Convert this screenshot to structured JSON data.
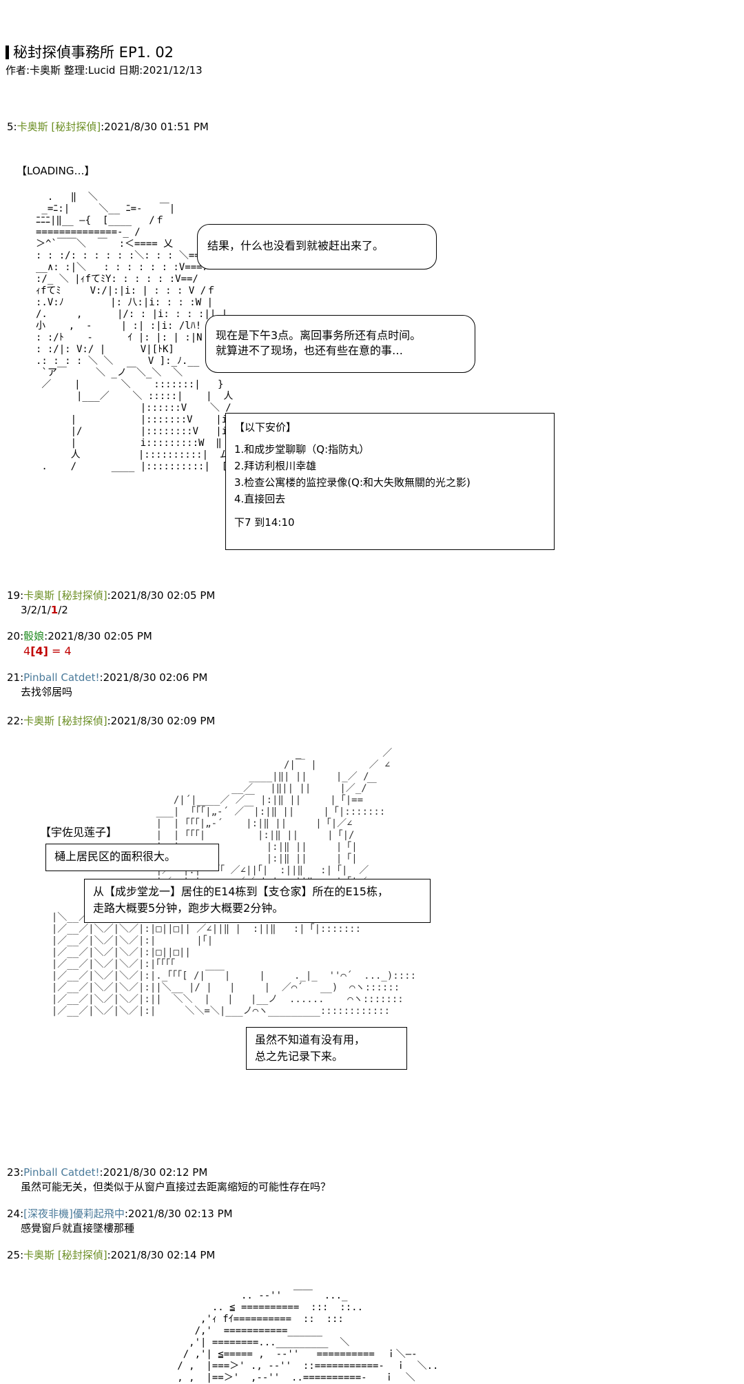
{
  "header": {
    "title": "秘封探偵事務所 EP1. 02",
    "meta": "作者:卡奥斯 整理:Lucid 日期:2021/12/13"
  },
  "posts": [
    {
      "num": "5:",
      "name": "卡奥斯 [秘封探偵]",
      "time": ":2021/8/30 01:51 PM"
    },
    {
      "num": "19:",
      "name": "卡奥斯 [秘封探偵]",
      "time": ":2021/8/30 02:05 PM"
    },
    {
      "num": "20:",
      "name": "骰娘",
      "time": ":2021/8/30 02:05 PM"
    },
    {
      "num": "21:",
      "name": "Pinball Catdet!",
      "time": ":2021/8/30 02:06 PM"
    },
    {
      "num": "22:",
      "name": "卡奥斯 [秘封探偵]",
      "time": ":2021/8/30 02:09 PM"
    },
    {
      "num": "23:",
      "name": "Pinball Catdet!",
      "time": ":2021/8/30 02:12 PM"
    },
    {
      "num": "24:",
      "name": "[深夜非機]優莉起飛中",
      "time": ":2021/8/30 02:13 PM"
    },
    {
      "num": "25:",
      "name": "卡奥斯 [秘封探偵]",
      "time": ":2021/8/30 02:14 PM"
    }
  ],
  "post5": {
    "loading": "【LOADING…】",
    "bubble1": "结果，什么也没看到就被赶出来了。",
    "bubble2_l1": "现在是下午3点。离回事务所还有点时间。",
    "bubble2_l2": "就算进不了现场，也还有些在意的事…",
    "options": {
      "head": "【以下安价】",
      "o1": "1.和成步堂聊聊（Q:指防丸）",
      "o2": "2.拜访利根川幸雄",
      "o3": "3.检查公寓楼的监控录像(Q:和大失敗無關的光之影)",
      "o4": "4.直接回去",
      "footer": "下7 到14:10"
    }
  },
  "post19": {
    "pre": "3/2/1/",
    "red": "1",
    "post": "/2"
  },
  "post20": {
    "a": "4",
    "b": "[4]",
    "c": " = 4"
  },
  "post21": {
    "body": "去找邻居吗"
  },
  "post22": {
    "speaker": "【宇佐见莲子】",
    "narr1": "樋上居民区的面积很大。",
    "narr2_l1": "从【成步堂龙一】居住的E14栋到【支仓家】所在的E15栋，",
    "narr2_l2": "走路大概要5分钟，跑步大概要2分钟。",
    "narr3_l1": "虽然不知道有没有用，",
    "narr3_l2": "总之先记录下来。"
  },
  "post23": {
    "body": "虽然可能无关，但类似于从窗户直接过去距离缩短的可能性存在吗？"
  },
  "post24": {
    "body": "感覺窗戶就直接墜樓那種"
  }
}
